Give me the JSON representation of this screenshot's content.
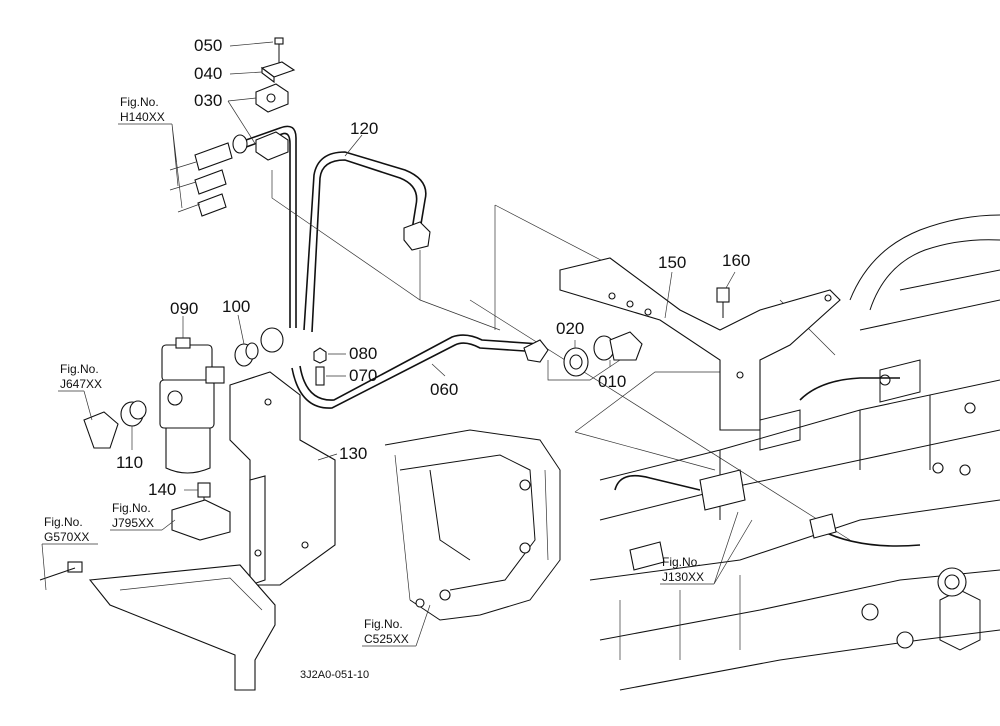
{
  "drawing_code": "3J2A0-051-10",
  "parts": [
    {
      "id": "p050",
      "label": "050"
    },
    {
      "id": "p040",
      "label": "040"
    },
    {
      "id": "p030",
      "label": "030"
    },
    {
      "id": "p120",
      "label": "120"
    },
    {
      "id": "p090",
      "label": "090"
    },
    {
      "id": "p100",
      "label": "100"
    },
    {
      "id": "p080",
      "label": "080"
    },
    {
      "id": "p070",
      "label": "070"
    },
    {
      "id": "p060",
      "label": "060"
    },
    {
      "id": "p020",
      "label": "020"
    },
    {
      "id": "p010",
      "label": "010"
    },
    {
      "id": "p150",
      "label": "150"
    },
    {
      "id": "p160",
      "label": "160"
    },
    {
      "id": "p110",
      "label": "110"
    },
    {
      "id": "p130",
      "label": "130"
    },
    {
      "id": "p140",
      "label": "140"
    }
  ],
  "figure_refs": [
    {
      "id": "h140",
      "line1": "Fig.No.",
      "line2": "H140XX"
    },
    {
      "id": "j647",
      "line1": "Fig.No.",
      "line2": "J647XX"
    },
    {
      "id": "j795",
      "line1": "Fig.No.",
      "line2": "J795XX"
    },
    {
      "id": "g570",
      "line1": "Fig.No.",
      "line2": "G570XX"
    },
    {
      "id": "c525",
      "line1": "Fig.No.",
      "line2": "C525XX"
    },
    {
      "id": "j130",
      "line1": "Fig.No.",
      "line2": "J130XX"
    }
  ]
}
